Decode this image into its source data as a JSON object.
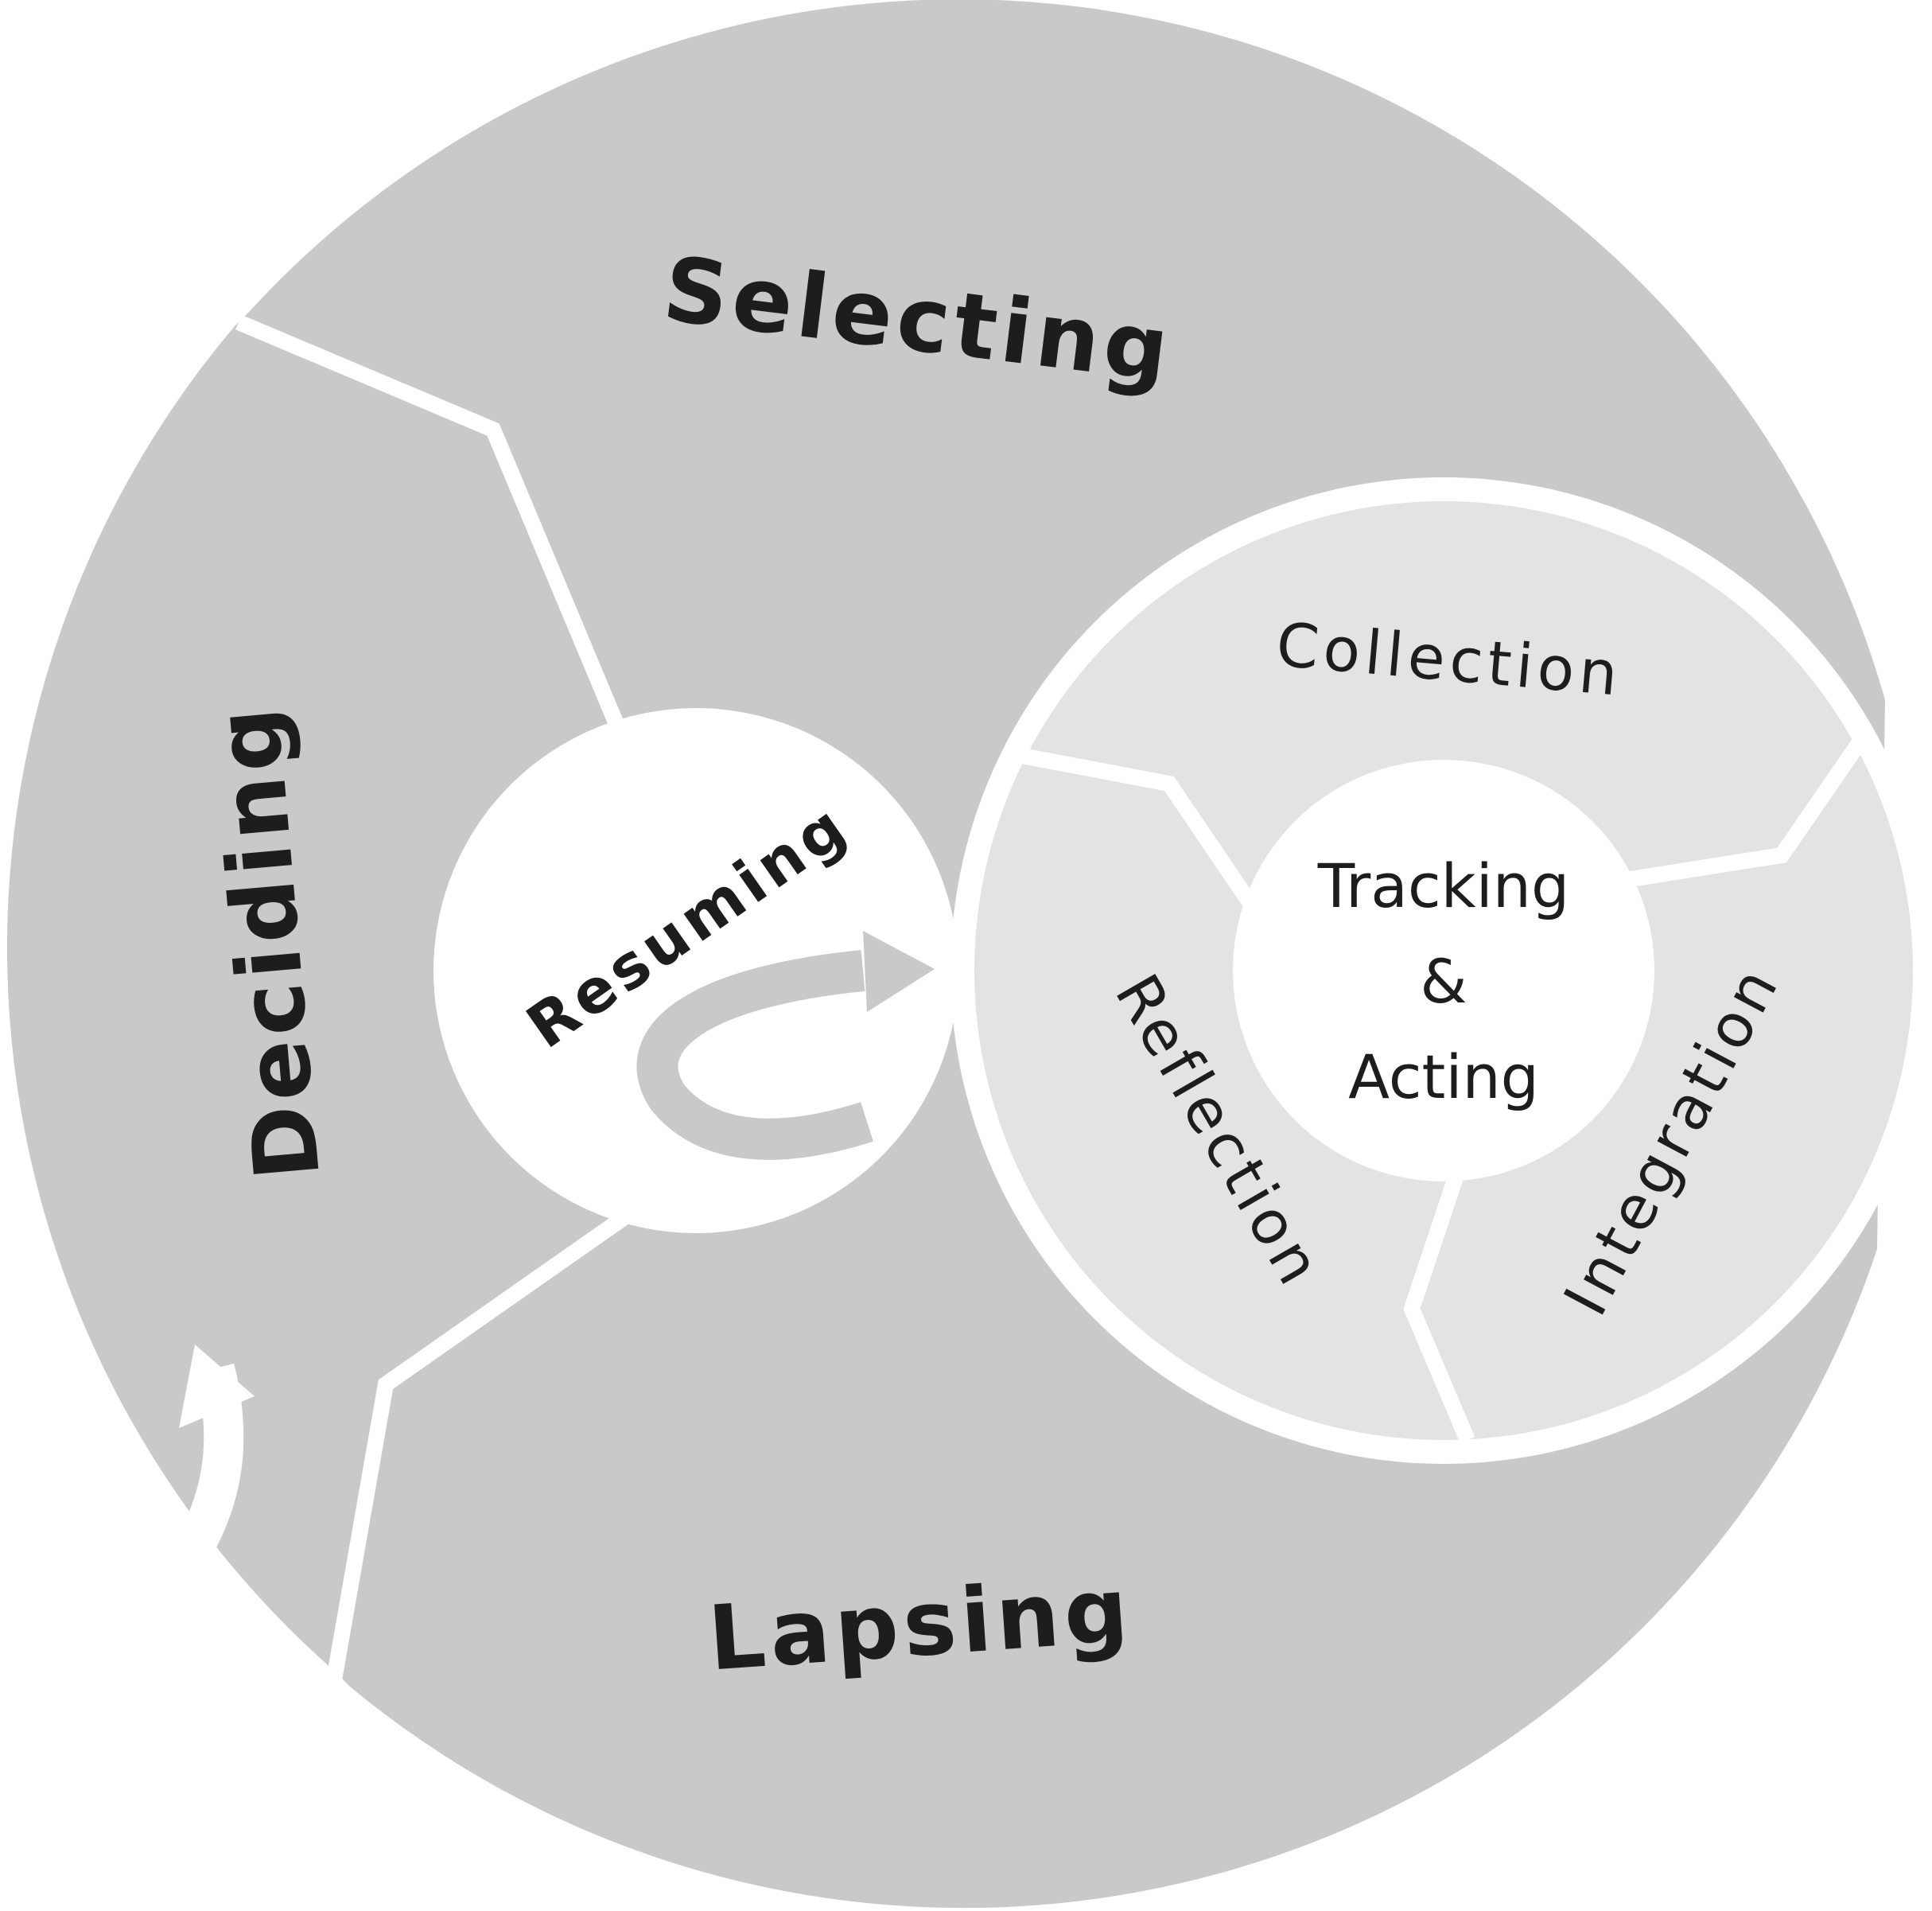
{
  "outer_stages": {
    "selecting": "Selecting",
    "deciding": "Deciding",
    "lapsing": "Lapsing",
    "resuming": "Resuming"
  },
  "inner_stages": {
    "collection": "Collection",
    "reflection": "Reflection",
    "integration": "Integration"
  },
  "center": {
    "line1": "Tracking",
    "line2": "&",
    "line3": "Acting"
  },
  "colors": {
    "outer_fill": "#c9c9c9",
    "inner_fill": "#e3e3e2",
    "separator": "#ffffff",
    "text": "#1d1d1b"
  }
}
